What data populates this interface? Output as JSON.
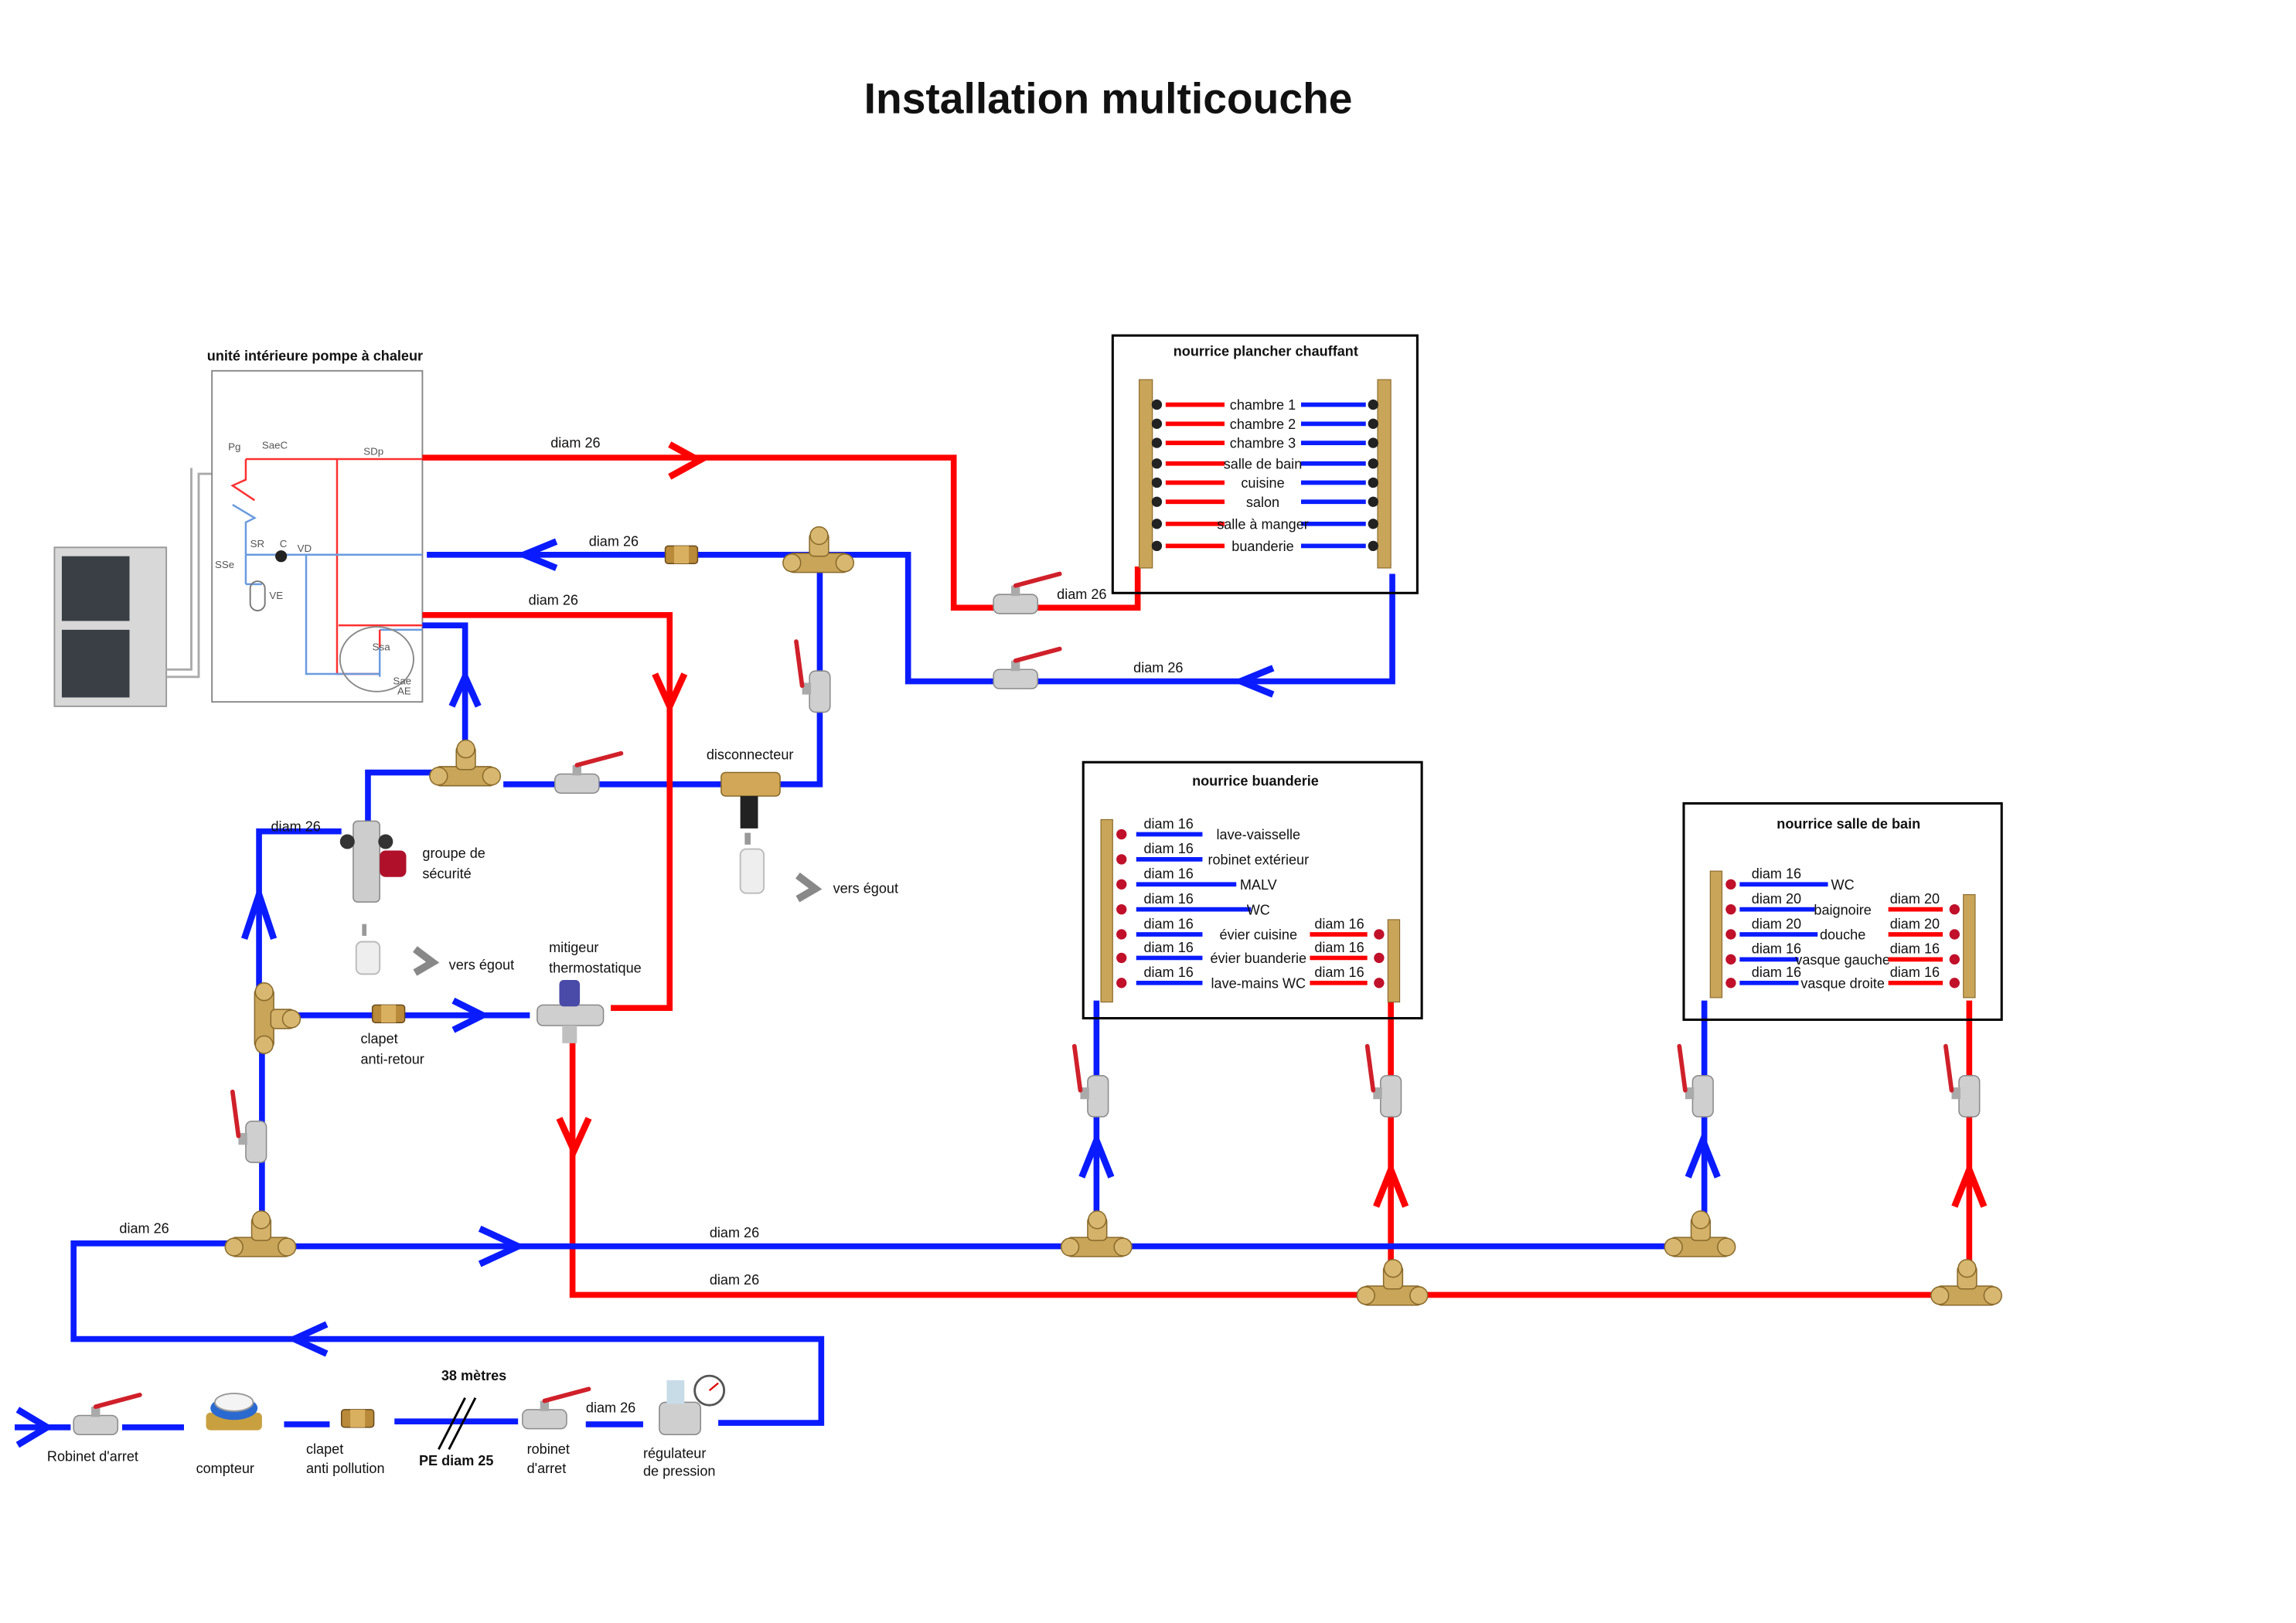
{
  "title": "Installation multicouche",
  "colors": {
    "cold_pipe": "#0a1cff",
    "hot_pipe": "#ff0000",
    "drain_arrow": "#888888",
    "brass": "#c9a55a"
  },
  "heat_pump": {
    "label": "unité intérieure pompe à chaleur",
    "schematic_labels": {
      "pg": "Pg",
      "saec": "SaeC",
      "sdp": "SDp",
      "sr": "SR",
      "c": "C",
      "vd": "VD",
      "sse": "SSe",
      "ve": "VE",
      "ssa": "Ssa",
      "sae": "Sae",
      "ae": "AE"
    }
  },
  "pipe_labels": {
    "hp_to_floor": "diam 26",
    "floor_supply": "diam 26",
    "hp_return": "diam 26",
    "floor_return": "diam 26",
    "hp_hot_out": "diam 26",
    "safety_group": "diam 26",
    "main_cold": "diam 26",
    "main_hot": "diam 26",
    "inlet_loop": "diam 26",
    "inlet_regulator": "diam 26"
  },
  "components": {
    "groupe_securite": [
      "groupe de",
      "sécurité"
    ],
    "vers_egout_1": "vers égout",
    "disconnecteur": "disconnecteur",
    "vers_egout_2": "vers égout",
    "mitigeur": [
      "mitigeur",
      "thermostatique"
    ],
    "clapet_anti_retour": [
      "clapet",
      "anti-retour"
    ]
  },
  "inlet": {
    "robinet_arret_1": "Robinet d'arret",
    "compteur": "compteur",
    "clapet_anti_pollution": [
      "clapet",
      "anti pollution"
    ],
    "length": "38 mètres",
    "pe": "PE diam 25",
    "robinet_arret_2": [
      "robinet",
      "d'arret"
    ],
    "regulateur": [
      "régulateur",
      "de pression"
    ]
  },
  "manifold_floor": {
    "title": "nourrice plancher chauffant",
    "circuits": [
      "chambre 1",
      "chambre 2",
      "chambre 3",
      "salle de bain",
      "cuisine",
      "salon",
      "salle à manger",
      "buanderie"
    ]
  },
  "manifold_laundry": {
    "title": "nourrice buanderie",
    "cold": [
      {
        "diam": "diam 16",
        "name": "lave-vaisselle"
      },
      {
        "diam": "diam 16",
        "name": "robinet extérieur"
      },
      {
        "diam": "diam 16",
        "name": "MALV"
      },
      {
        "diam": "diam 16",
        "name": "WC"
      },
      {
        "diam": "diam 16",
        "name": "évier cuisine"
      },
      {
        "diam": "diam 16",
        "name": "évier buanderie"
      },
      {
        "diam": "diam 16",
        "name": "lave-mains WC"
      }
    ],
    "hot": [
      "diam 16",
      "diam 16",
      "diam 16"
    ]
  },
  "manifold_bathroom": {
    "title": "nourrice salle de bain",
    "cold": [
      {
        "diam": "diam 16",
        "name": "WC"
      },
      {
        "diam": "diam 20",
        "name": "baignoire"
      },
      {
        "diam": "diam 20",
        "name": "douche"
      },
      {
        "diam": "diam 16",
        "name": "vasque gauche"
      },
      {
        "diam": "diam 16",
        "name": "vasque droite"
      }
    ],
    "hot": [
      "diam 20",
      "diam 20",
      "diam 16",
      "diam 16"
    ]
  }
}
